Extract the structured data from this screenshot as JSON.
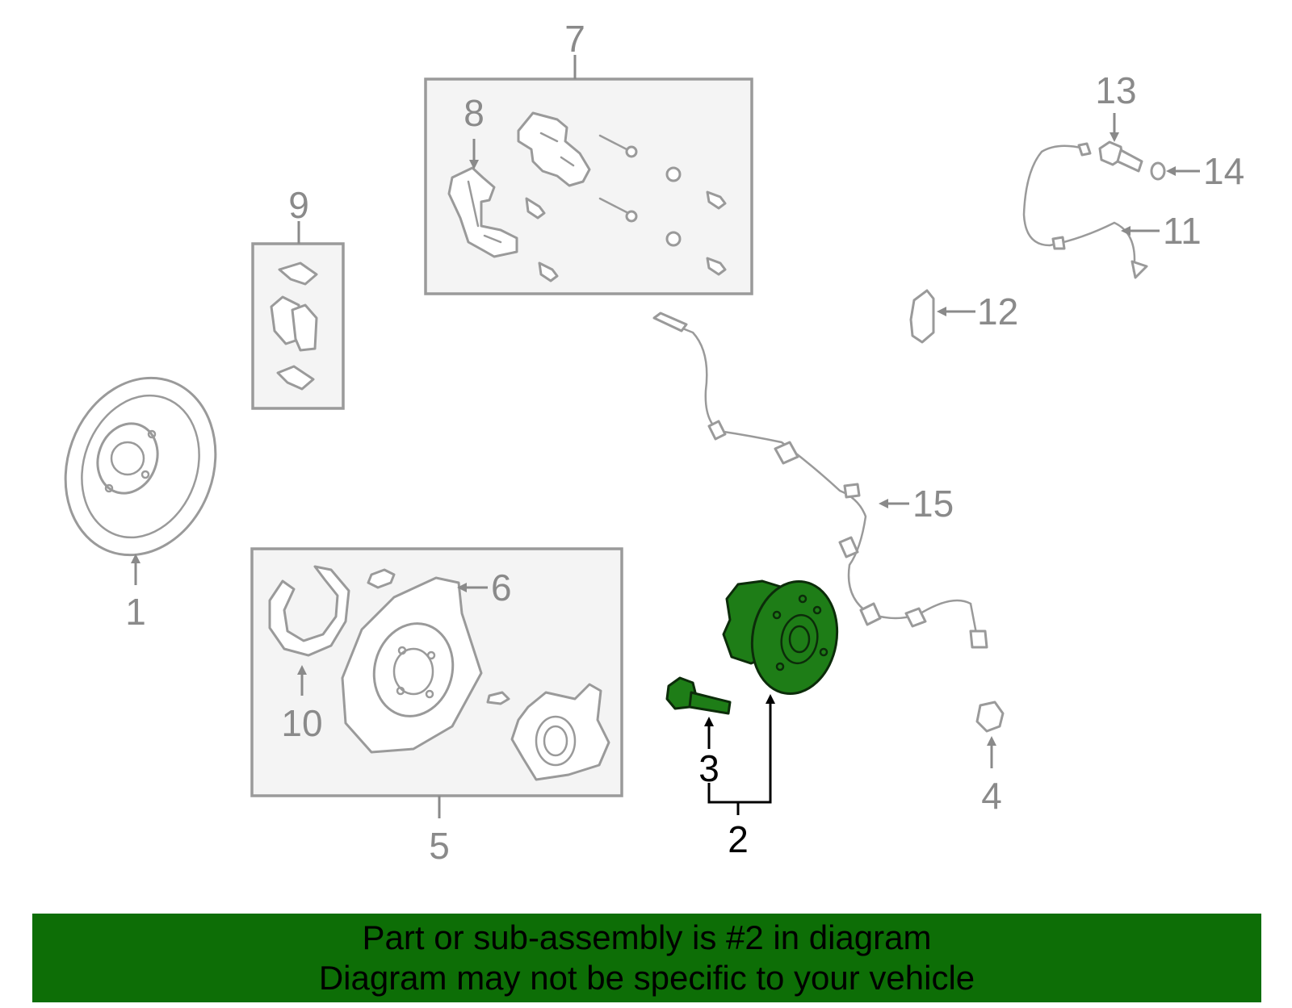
{
  "callouts": {
    "c1": "1",
    "c2": "2",
    "c3": "3",
    "c4": "4",
    "c5": "5",
    "c6": "6",
    "c7": "7",
    "c8": "8",
    "c9": "9",
    "c10": "10",
    "c11": "11",
    "c12": "12",
    "c13": "13",
    "c14": "14",
    "c15": "15"
  },
  "highlight": {
    "color": "#1e7d17",
    "parts": [
      "2",
      "3"
    ]
  },
  "banner": {
    "line1": "Part or sub-assembly is #2 in diagram",
    "line2": "Diagram may not be specific to your vehicle",
    "background": "#0d6e06"
  }
}
